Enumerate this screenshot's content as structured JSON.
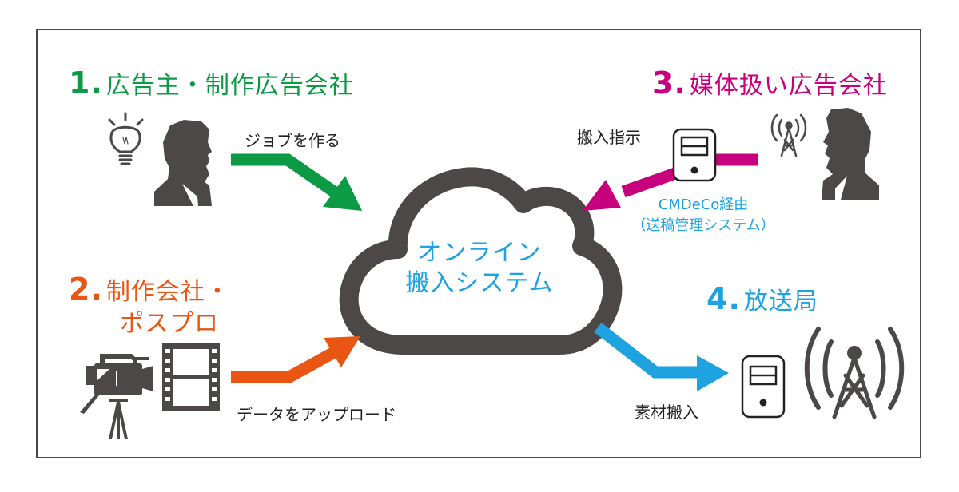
{
  "colors": {
    "green": "#0c9a44",
    "orange": "#e95513",
    "magenta": "#c7007d",
    "blue": "#1ea2e0",
    "icon_gray": "#4d4848"
  },
  "center": {
    "line1": "オンライン",
    "line2": "搬入システム"
  },
  "actors": [
    {
      "number": "1.",
      "name": "広告主・制作広告会社",
      "action": "ジョブを作る"
    },
    {
      "number": "2.",
      "name_line1": "制作会社・",
      "name_line2": "ポスプロ",
      "action": "データをアップロード"
    },
    {
      "number": "3.",
      "name": "媒体扱い広告会社",
      "action": "搬入指示",
      "via_line1": "CMDeCo経由",
      "via_line2": "（送稿管理システム）"
    },
    {
      "number": "4.",
      "name": "放送局",
      "action": "素材搬入"
    }
  ]
}
